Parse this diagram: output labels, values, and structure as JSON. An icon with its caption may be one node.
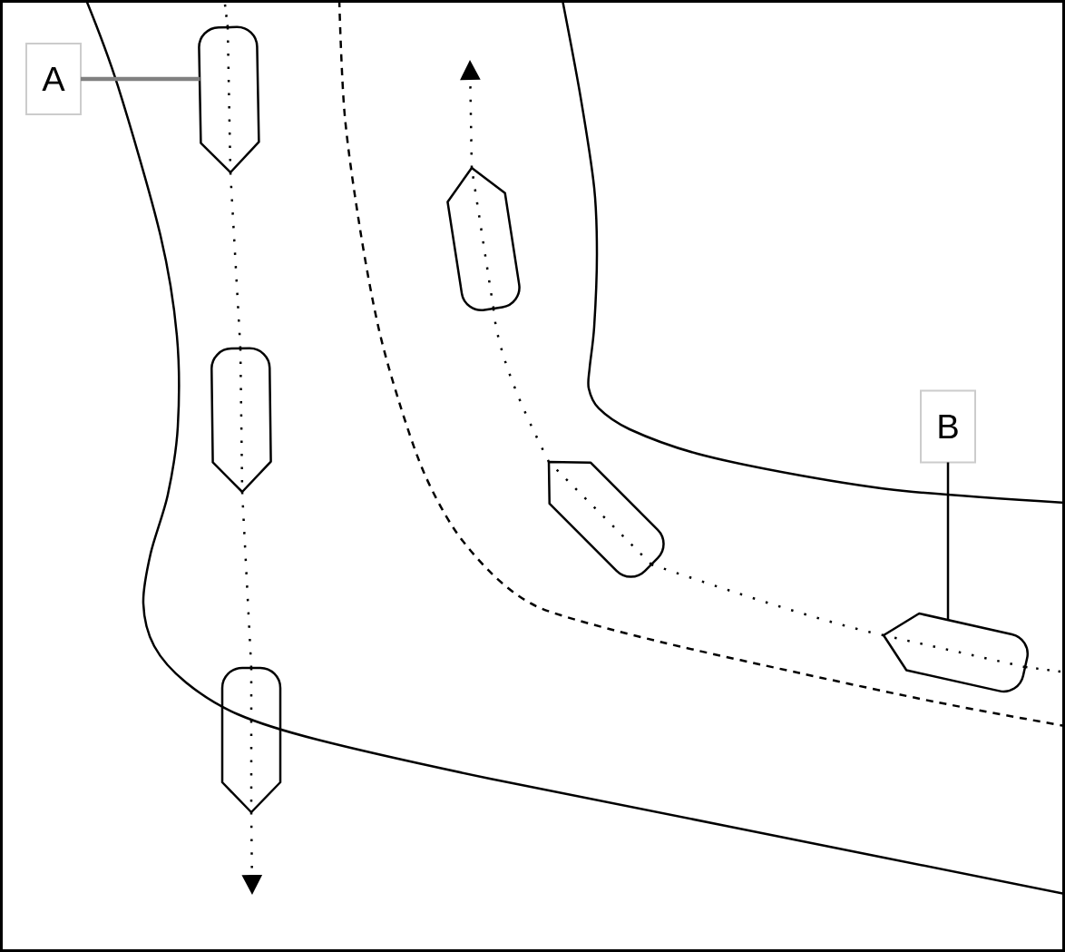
{
  "diagram": {
    "nodes": [
      {
        "text": [
          "A"
        ]
      },
      {
        "text": [],
        "shape": "boat"
      },
      {
        "text": [],
        "shape": "boat"
      },
      {
        "text": [],
        "shape": "boat"
      },
      {
        "text": [
          "B"
        ]
      },
      {
        "text": [],
        "shape": "boat"
      },
      {
        "text": [],
        "shape": "boat"
      },
      {
        "text": [],
        "shape": "boat"
      }
    ],
    "edges": [
      {
        "from": 0,
        "to": 1,
        "arrow": "none",
        "style": "thick",
        "color": "#808080"
      },
      {
        "from": 4,
        "to": 6,
        "arrow": "none"
      },
      {
        "from": null,
        "to": 1,
        "arrow": "none",
        "style": "dashed"
      },
      {
        "from": 1,
        "to": 3,
        "arrow": "none",
        "style": "dashed"
      },
      {
        "from": 3,
        "to": 7,
        "arrow": "none",
        "style": "dashed"
      },
      {
        "from": 7,
        "to": null,
        "arrow": "to",
        "style": "dashed"
      },
      {
        "from": null,
        "to": 6,
        "arrow": "none",
        "style": "dashed"
      },
      {
        "from": 6,
        "to": 5,
        "arrow": "none",
        "style": "dashed"
      },
      {
        "from": 5,
        "to": 2,
        "arrow": "none",
        "style": "dashed"
      },
      {
        "from": 2,
        "to": null,
        "arrow": "to",
        "style": "dashed"
      }
    ]
  }
}
